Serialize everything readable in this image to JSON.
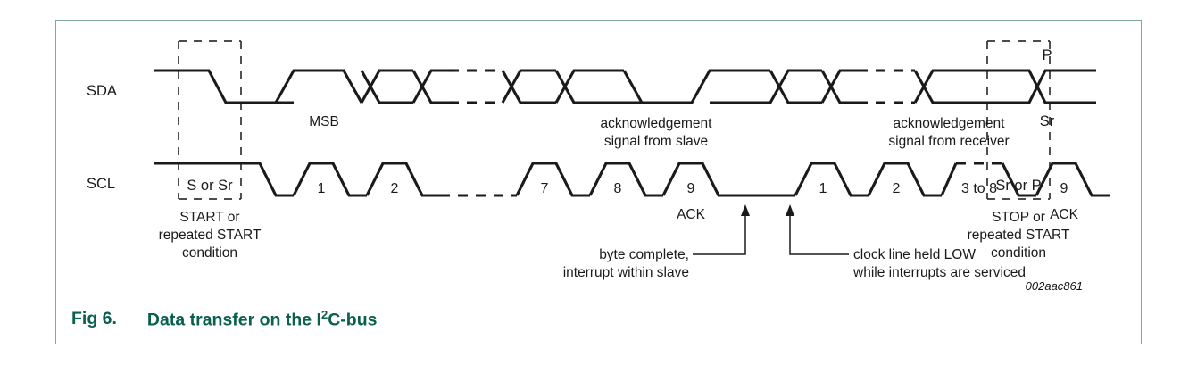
{
  "figure": {
    "caption_label": "Fig 6.",
    "caption_title_pre": "Data transfer on the I",
    "caption_title_sup": "2",
    "caption_title_post": "C-bus",
    "reference_code": "002aac861",
    "accent_color": "#09604f",
    "border_color": "#7fa9a0",
    "wave_color": "#1a1a1a"
  },
  "rails": {
    "sda_label": "SDA",
    "scl_label": "SCL"
  },
  "conditions": {
    "start": {
      "box_label": "S or Sr",
      "caption_lines": [
        "START or",
        "repeated START",
        "condition"
      ]
    },
    "stop": {
      "box_label": "Sr or P",
      "caption_lines": [
        "STOP or",
        "repeated START",
        "condition"
      ],
      "sda_high_label": "P",
      "sda_low_label": "Sr"
    }
  },
  "sda_annotations": {
    "msb": "MSB",
    "ack_slave_lines": [
      "acknowledgement",
      "signal from slave"
    ],
    "ack_receiver_lines": [
      "acknowledgement",
      "signal from receiver"
    ]
  },
  "clock_pulses": [
    {
      "name": "1",
      "label": "1"
    },
    {
      "name": "2",
      "label": "2"
    },
    {
      "name": "7",
      "label": "7"
    },
    {
      "name": "8",
      "label": "8"
    },
    {
      "name": "9-first",
      "label": "9"
    },
    {
      "name": "1-second",
      "label": "1"
    },
    {
      "name": "2-second",
      "label": "2"
    },
    {
      "name": "3to8",
      "label": "3 to 8"
    },
    {
      "name": "9-second",
      "label": "9"
    }
  ],
  "ack_markers": {
    "first": "ACK",
    "second": "ACK"
  },
  "interrupt_notes": {
    "byte_complete_lines": [
      "byte complete,",
      "interrupt within slave"
    ],
    "clock_low_lines": [
      "clock line held LOW",
      "while interrupts are serviced"
    ]
  }
}
